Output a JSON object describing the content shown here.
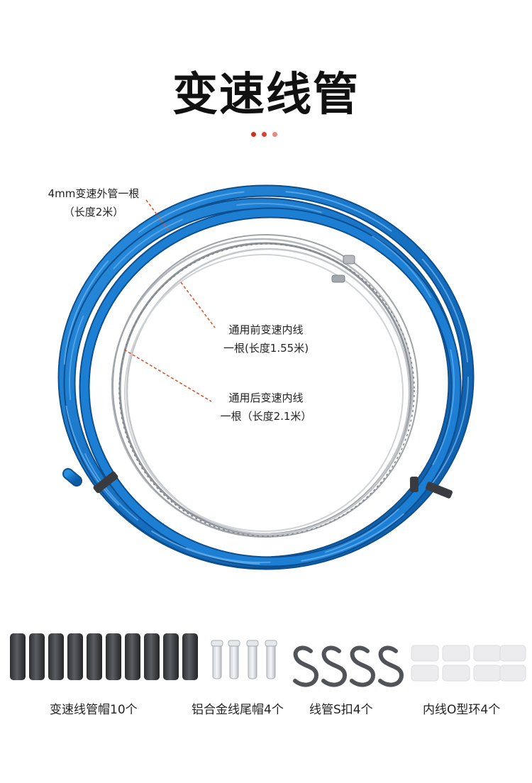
{
  "title": "变速线管",
  "accent_dots": [
    "#c8321e",
    "#d9442e",
    "#e88a7a"
  ],
  "callouts": {
    "outer_housing": {
      "line1": "4mm变速外管一根",
      "line2": "（长度2米）"
    },
    "front_inner": {
      "line1": "通用前变速内线",
      "line2": "一根(长度1.55米)"
    },
    "rear_inner": {
      "line1": "通用后变速内线",
      "line2": "一根（长度2.1米）"
    }
  },
  "accessories": [
    {
      "caption": "变速线管帽10个",
      "count": 10
    },
    {
      "caption": "铝合金线尾帽4个",
      "count": 4
    },
    {
      "caption": "线管S扣4个",
      "count": 4
    },
    {
      "caption": "内线O型环4个",
      "count": 4
    }
  ],
  "colors": {
    "cable_blue": "#1b78c9",
    "cable_steel": "#a9adb2",
    "leader_line": "#e0542e"
  }
}
